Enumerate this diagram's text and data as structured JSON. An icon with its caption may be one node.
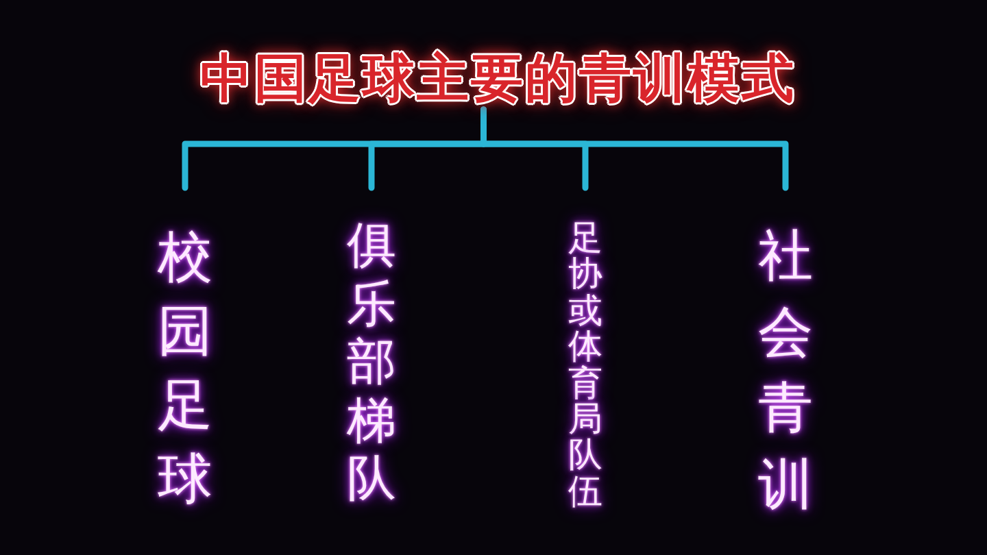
{
  "diagram": {
    "nodes": [
      {
        "text": [
          "中国足球主要的青训模式"
        ]
      },
      {
        "text": [
          "校园足球"
        ]
      },
      {
        "text": [
          "俱乐部梯队"
        ]
      },
      {
        "text": [
          "足协或体育局队伍"
        ]
      },
      {
        "text": [
          "社会青训"
        ]
      }
    ],
    "edges": [
      {
        "from": 0,
        "to": 1,
        "arrow": "none"
      },
      {
        "from": 0,
        "to": 2,
        "arrow": "none"
      },
      {
        "from": 0,
        "to": 3,
        "arrow": "none"
      },
      {
        "from": 0,
        "to": 4,
        "arrow": "none"
      }
    ]
  }
}
